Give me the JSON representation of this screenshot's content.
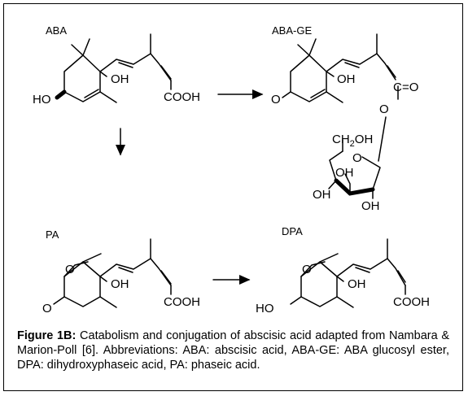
{
  "compounds": {
    "aba": {
      "name": "ABA",
      "oh": "OH",
      "cooh": "COOH",
      "ho": "HO"
    },
    "aba_ge": {
      "name": "ABA-GE",
      "o_keto": "O",
      "oh": "OH",
      "c": "C",
      "eq_o": "=O",
      "o_ester": "O",
      "sugar": {
        "ch2oh": "CH2OH",
        "ring_o": "O",
        "oh_a": "OH",
        "oh_b": "OH",
        "oh_c": "OH"
      }
    },
    "pa": {
      "name": "PA",
      "o_bridge": "O",
      "oh": "OH",
      "o_keto": "O",
      "cooh": "COOH"
    },
    "dpa": {
      "name": "DPA",
      "o_bridge": "O",
      "oh": "OH",
      "ho": "HO",
      "cooh": "COOH"
    }
  },
  "caption": {
    "label": "Figure 1B:",
    "text": " Catabolism and conjugation of abscisic acid adapted from Nambara & Marion-Poll [6]. Abbreviations: ABA: abscisic acid, ABA-GE: ABA glucosyl ester, DPA: dihydroxyphaseic acid, PA: phaseic acid."
  }
}
